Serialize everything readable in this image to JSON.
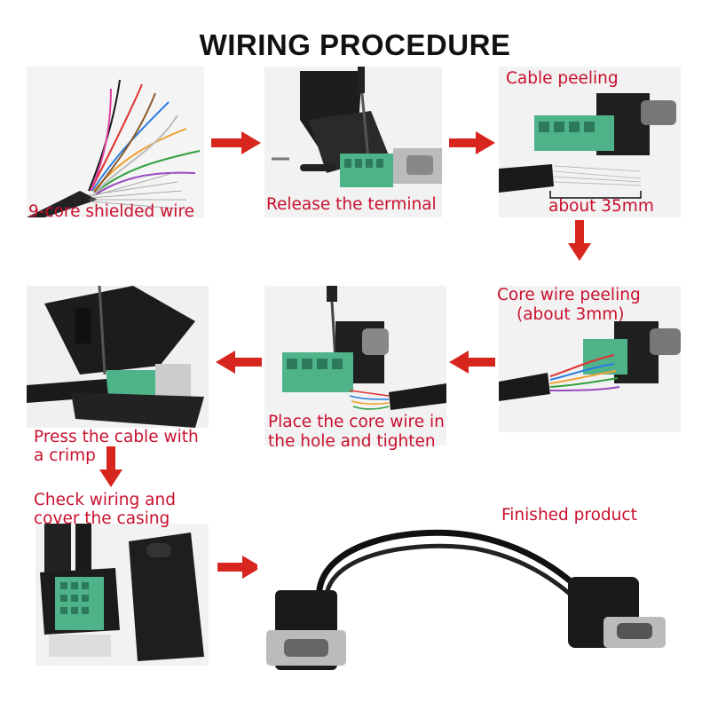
{
  "title": "WIRING PROCEDURE",
  "steps": {
    "shielded_wire": "9-core shielded wire",
    "release_terminal": "Release the terminal",
    "cable_peeling": "Cable peeling",
    "about_35mm": "about 35mm",
    "core_wire_peeling_1": "Core wire peeling",
    "core_wire_peeling_2": "(about 3mm)",
    "place_core_1": "Place the core wire in",
    "place_core_2": "the hole and tighten",
    "press_cable_1": "Press the cable with",
    "press_cable_2": "a crimp",
    "check_wiring_1": "Check wiring and",
    "check_wiring_2": "cover the casing",
    "finished": "Finished product"
  },
  "colors": {
    "caption": "#c8102e",
    "arrow": "#d7261e",
    "terminal": "#4fb38a"
  }
}
